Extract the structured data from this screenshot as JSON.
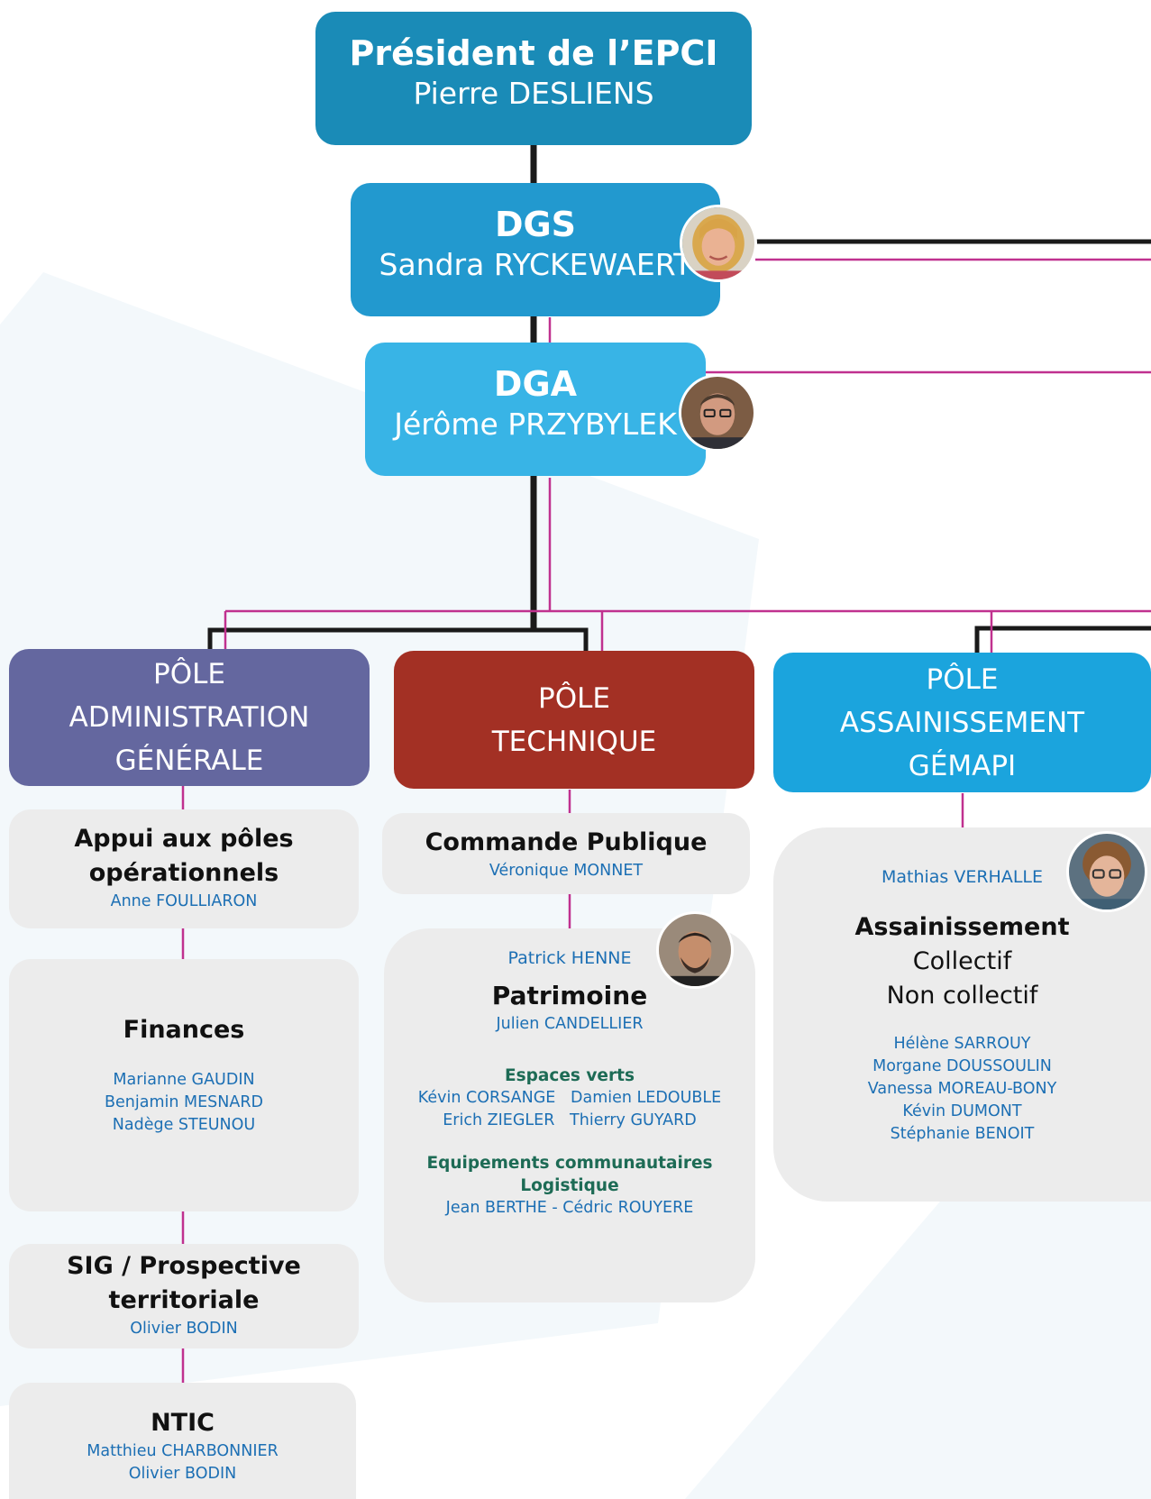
{
  "president": {
    "title": "Président de l’EPCI",
    "name": "Pierre DESLIENS"
  },
  "dgs": {
    "title": "DGS",
    "name": "Sandra RYCKEWAERT"
  },
  "dga": {
    "title": "DGA",
    "name": "Jérôme PRZYBYLEK"
  },
  "poles": {
    "administration": [
      "PÔLE",
      "ADMINISTRATION",
      "GÉNÉRALE"
    ],
    "technique": [
      "PÔLE",
      "TECHNIQUE"
    ],
    "assainissement": [
      "PÔLE",
      "ASSAINISSEMENT",
      "GÉMAPI"
    ]
  },
  "administration": {
    "appui": {
      "title": [
        "Appui aux pôles",
        "opérationnels"
      ],
      "names": [
        "Anne FOULLIARON"
      ]
    },
    "finances": {
      "title": "Finances",
      "names": [
        "Marianne GAUDIN",
        "Benjamin MESNARD",
        "Nadège STEUNOU"
      ]
    },
    "sig": {
      "title": [
        "SIG / Prospective",
        "territoriale"
      ],
      "names": [
        "Olivier BODIN"
      ]
    },
    "ntic": {
      "title": "NTIC",
      "names": [
        "Matthieu CHARBONNIER",
        "Olivier BODIN"
      ]
    }
  },
  "technique": {
    "commande": {
      "title": "Commande Publique",
      "names": [
        "Véronique MONNET"
      ]
    },
    "patrimoine": {
      "manager": "Patrick HENNE",
      "title": "Patrimoine",
      "names": [
        "Julien CANDELLIER"
      ],
      "espaces_title": "Espaces verts",
      "espaces_names": [
        "Kévin CORSANGE   Damien LEDOUBLE",
        "Erich ZIEGLER   Thierry GUYARD"
      ],
      "equipements_title": [
        "Equipements communautaires",
        "Logistique"
      ],
      "equipements_names": [
        "Jean BERTHE - Cédric ROUYERE"
      ]
    }
  },
  "assainissement": {
    "manager": "Mathias VERHALLE",
    "title": "Assainissement",
    "subtitles": [
      "Collectif",
      "Non collectif"
    ],
    "names": [
      "Hélène SARROUY",
      "Morgane DOUSSOULIN",
      "Vanessa MOREAU-BONY",
      "Kévin DUMONT",
      "Stéphanie BENOIT"
    ]
  },
  "colors": {
    "president": "#1a8bb7",
    "dgs": "#2299cf",
    "dga": "#38b4e6",
    "pole_admin": "#64679f",
    "pole_tech": "#a33024",
    "pole_assain": "#1ba4dd",
    "card": "#ececec",
    "line_black": "#1a1a1a",
    "line_magenta": "#c0318f",
    "name_blue": "#1c6fb4",
    "group_green": "#1d6b55"
  }
}
